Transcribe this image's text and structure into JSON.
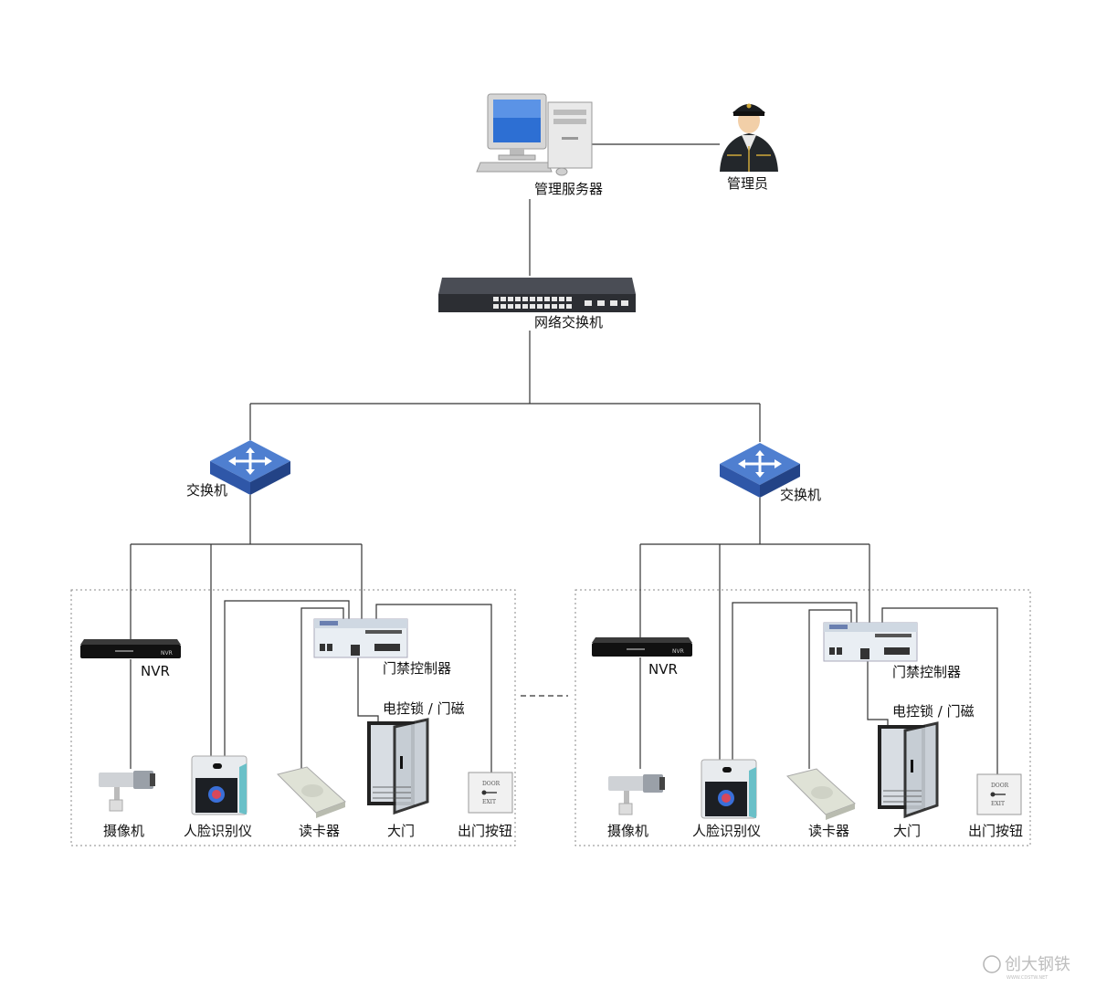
{
  "labels": {
    "server": "管理服务器",
    "admin": "管理员",
    "core_switch": "网络交换机",
    "switch_left": "交换机",
    "switch_right": "交换机"
  },
  "zones": [
    {
      "nvr": "NVR",
      "controller": "门禁控制器",
      "lock": "电控锁 / 门磁",
      "camera": "摄像机",
      "face": "人脸识别仪",
      "reader": "读卡器",
      "door": "大门",
      "exit": "出门按钮"
    },
    {
      "nvr": "NVR",
      "controller": "门禁控制器",
      "lock": "电控锁 / 门磁",
      "camera": "摄像机",
      "face": "人脸识别仪",
      "reader": "读卡器",
      "door": "大门",
      "exit": "出门按钮"
    }
  ],
  "device_text": {
    "nvr_badge": "NVR",
    "exit_top": "DOOR",
    "exit_bottom": "EXIT"
  },
  "watermark": {
    "text": "创大钢铁",
    "sub": "WWW.CDSTW.NET"
  },
  "colors": {
    "switch_blue": "#2f57a8",
    "line": "#333333",
    "zone_border": "#888888"
  }
}
